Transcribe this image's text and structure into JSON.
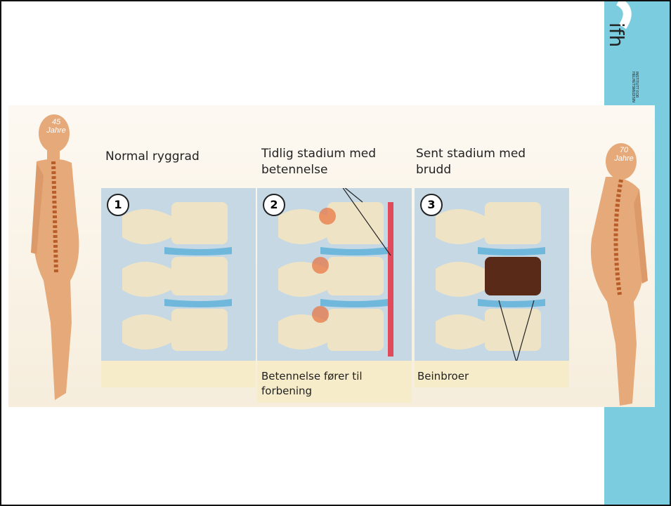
{
  "colors": {
    "side_bar": "#7ccce0",
    "panel_bg": "#c5d8e4",
    "bone": "#efe3c6",
    "disc": "#6fb8dc",
    "inflammation": "#e04a5a"
  },
  "logo": {
    "mark": "ifh",
    "subtitle": "INSTITUTT FOR HELHETSMEDISIN"
  },
  "figures": {
    "left": {
      "age": "45",
      "unit": "Jahre"
    },
    "right": {
      "age": "70",
      "unit": "Jahre"
    }
  },
  "panels": [
    {
      "number": "1",
      "title": "Normal ryggrad",
      "caption": ""
    },
    {
      "number": "2",
      "title": "Tidlig stadium med betennelse",
      "caption": "Betennelse fører til forbening"
    },
    {
      "number": "3",
      "title": "Sent stadium med brudd",
      "caption": "Beinbroer"
    }
  ]
}
